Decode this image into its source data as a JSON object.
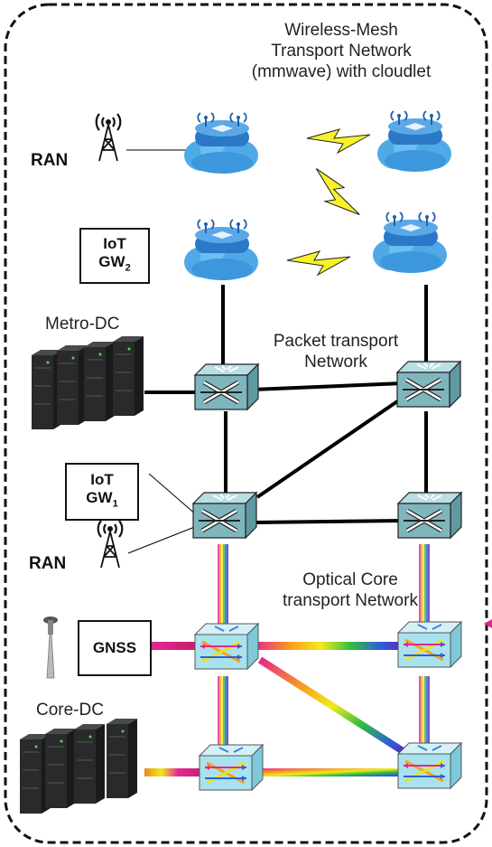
{
  "title": {
    "line1": "Wireless-Mesh",
    "line2": "Transport Network",
    "line3": "(mmwave) with cloudlet"
  },
  "labels": {
    "ran_top": "RAN",
    "ran_bottom": "RAN",
    "metro_dc": "Metro-DC",
    "core_dc": "Core-DC",
    "packet_line1": "Packet transport",
    "packet_line2": "Network",
    "optical_line1": "Optical Core",
    "optical_line2": "transport Network"
  },
  "boxes": {
    "iot_gw2": {
      "line1": "IoT",
      "line2": "GW",
      "sub": "2"
    },
    "iot_gw1": {
      "line1": "IoT",
      "line2": "GW",
      "sub": "1"
    },
    "gnss": "GNSS"
  },
  "colors": {
    "router": "#3a86d4",
    "cloud": "#5ab0ea",
    "packet_switch": "#7fb6bd",
    "optical_switch": "#a9e2ef",
    "lightning": "#f7f22a",
    "frame": "#111111"
  },
  "icons": [
    "antenna-tower-icon",
    "server-rack-icon",
    "gnss-antenna-icon",
    "router-cloud-icon",
    "packet-switch-icon",
    "optical-switch-icon",
    "lightning-link-icon"
  ]
}
